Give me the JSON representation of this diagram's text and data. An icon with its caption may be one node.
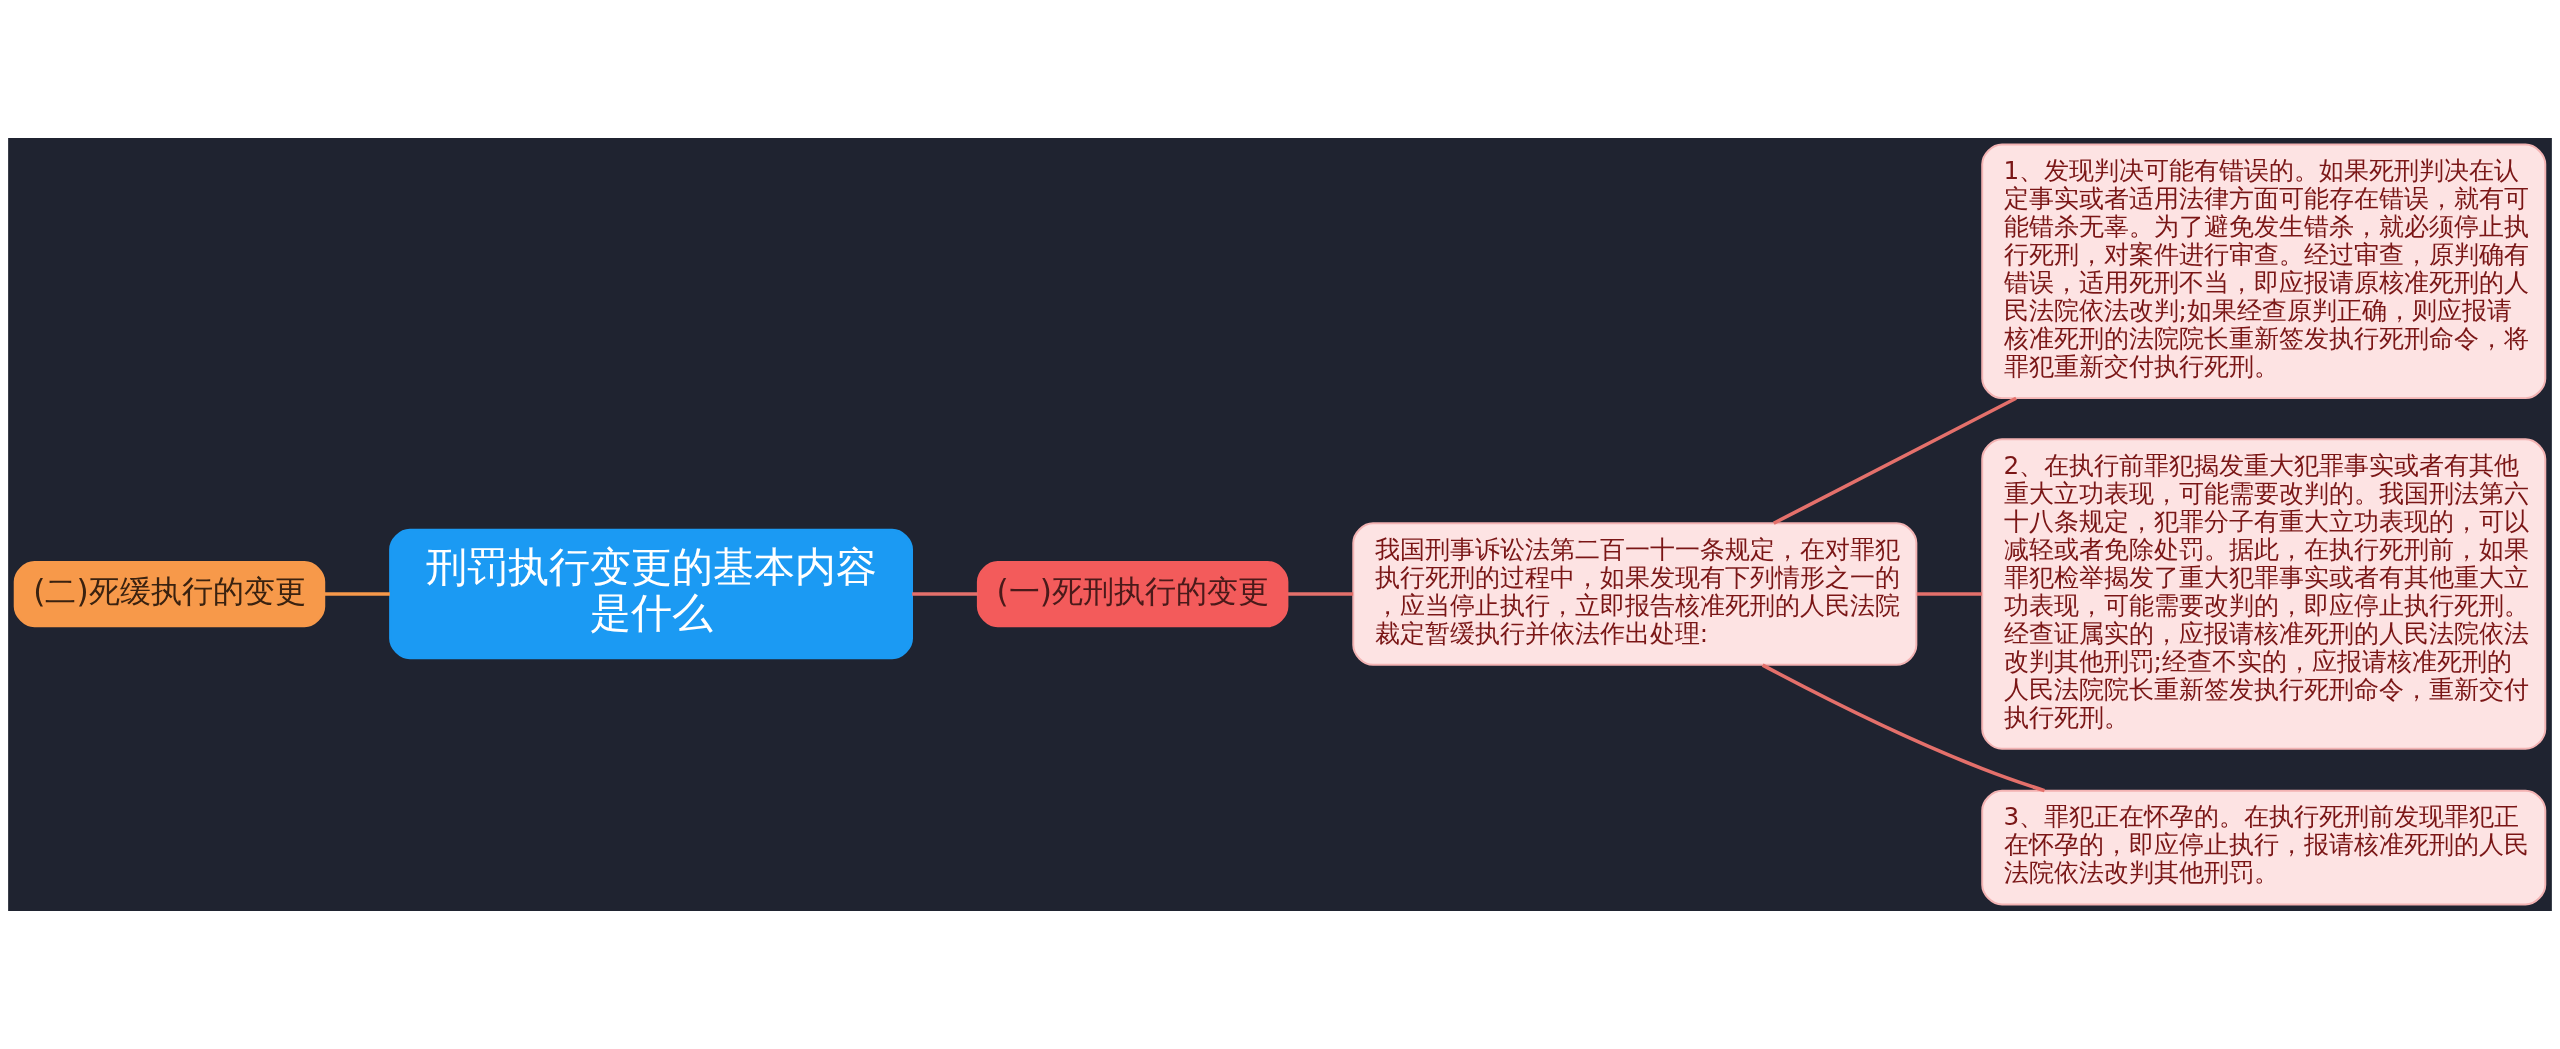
{
  "diagram": {
    "nodes": [
      {
        "text": [
          "(二)死缓执行的变更"
        ]
      },
      {
        "text": [
          "刑罚执行变更的基本内容是什么"
        ]
      },
      {
        "text": [
          "(一)死刑执行的变更"
        ]
      },
      {
        "text": [
          "我国刑事诉讼法第二百一十一条规定，在对罪犯执行死刑的过程中，如果发现有下列情形之一的，应当停止执行，立即报告核准死刑的人民法院裁定暂缓执行并依法作出处理:"
        ]
      },
      {
        "text": [
          "1、发现判决可能有错误的。如果死刑判决在认定事实或者适用法律方面可能存在错误，就有可能错杀无辜。为了避免发生错杀，就必须停止执行死刑，对案件进行审查。经过审查，原判确有错误，适用死刑不当，即应报请原核准死刑的人民法院依法改判;如果经查原判正确，则应报请核准死刑的法院院长重新签发执行死刑命令，将罪犯重新交付执行死刑。"
        ]
      },
      {
        "text": [
          "2、在执行前罪犯揭发重大犯罪事实或者有其他重大立功表现，可能需要改判的。我国刑法第六十八条规定，犯罪分子有重大立功表现的，可以减轻或者免除处罚。据此，在执行死刑前，如果罪犯检举揭发了重大犯罪事实或者有其他重大立功表现，可能需要改判的，即应停止执行死刑。经查证属实的，应报请核准死刑的人民法院依法改判其他刑罚;经查不实的，应报请核准死刑的人民法院院长重新签发执行死刑命令，重新交付执行死刑。"
        ]
      },
      {
        "text": [
          "3、罪犯正在怀孕的。在执行死刑前发现罪犯正在怀孕的，即应停止执行，报请核准死刑的人民法院依法改判其他刑罚。"
        ]
      }
    ],
    "edges": [
      {
        "from": 0,
        "to": 1,
        "arrow": "none",
        "color": "#f7994a"
      },
      {
        "from": 1,
        "to": 2,
        "arrow": "none"
      },
      {
        "from": 2,
        "to": 3,
        "arrow": "none"
      },
      {
        "from": 3,
        "to": 4,
        "arrow": "none"
      },
      {
        "from": 3,
        "to": 5,
        "arrow": "none"
      },
      {
        "from": 3,
        "to": 6,
        "arrow": "none"
      }
    ]
  }
}
